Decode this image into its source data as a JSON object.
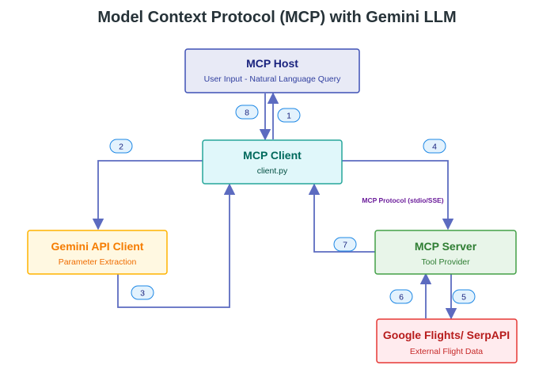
{
  "title": "Model Context Protocol (MCP) with Gemini LLM",
  "protocol_label": "MCP Protocol (stdio/SSE)",
  "nodes": {
    "host": {
      "title": "MCP Host",
      "subtitle": "User Input - Natural Language Query",
      "fill": "#e8eaf6",
      "stroke": "#3f51b5",
      "title_color": "#1a237e",
      "sub_color": "#303f9f"
    },
    "client": {
      "title": "MCP Client",
      "subtitle": "client.py",
      "fill": "#e0f7fa",
      "stroke": "#26a69a",
      "title_color": "#00695c",
      "sub_color": "#004d40"
    },
    "gemini": {
      "title": "Gemini API Client",
      "subtitle": "Parameter Extraction",
      "fill": "#fff8e1",
      "stroke": "#ffb300",
      "title_color": "#f57c00",
      "sub_color": "#ef6c00"
    },
    "server": {
      "title": "MCP Server",
      "subtitle": "Tool Provider",
      "fill": "#e8f5e9",
      "stroke": "#43a047",
      "title_color": "#2e7d32",
      "sub_color": "#2e7d32"
    },
    "flights": {
      "title": "Google Flights/ SerpAPI",
      "subtitle": "External Flight Data",
      "fill": "#ffebee",
      "stroke": "#e53935",
      "title_color": "#b71c1c",
      "sub_color": "#c62828"
    }
  },
  "steps": [
    "1",
    "2",
    "3",
    "4",
    "5",
    "6",
    "7",
    "8"
  ],
  "colors": {
    "arrow": "#5c6bc0",
    "badge_fill": "#e3f2fd",
    "badge_stroke": "#1e88e5",
    "badge_text": "#1a237e",
    "protocol": "#6a1b9a",
    "title": "#263238"
  }
}
